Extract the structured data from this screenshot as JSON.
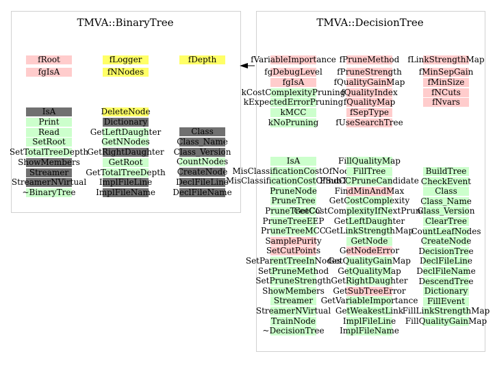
{
  "colors": {
    "data_member": "#ffcccc",
    "logger": "#ffff66",
    "public_method": "#ccffcc",
    "protected_method": "#ffcccc",
    "root_method": "#707070"
  },
  "binary_tree": {
    "title": "TMVA::BinaryTree",
    "members": [
      {
        "name": "fRoot",
        "kind": "pink"
      },
      {
        "name": "fLogger",
        "kind": "yellow"
      },
      {
        "name": "fDepth",
        "kind": "yellow"
      },
      {
        "name": "fgIsA",
        "kind": "pink"
      },
      {
        "name": "fNNodes",
        "kind": "yellow"
      }
    ],
    "methods_col1": [
      {
        "name": "IsA",
        "kind": "gray"
      },
      {
        "name": "Print",
        "kind": "green"
      },
      {
        "name": "Read",
        "kind": "green"
      },
      {
        "name": "SetRoot",
        "kind": "green"
      },
      {
        "name": "SetTotalTreeDepth",
        "kind": "green"
      },
      {
        "name": "ShowMembers",
        "kind": "gray"
      },
      {
        "name": "Streamer",
        "kind": "gray"
      },
      {
        "name": "StreamerNVirtual",
        "kind": "gray"
      },
      {
        "name": "~BinaryTree",
        "kind": "green"
      }
    ],
    "methods_col2": [
      {
        "name": "DeleteNode",
        "kind": "yellow"
      },
      {
        "name": "Dictionary",
        "kind": "gray"
      },
      {
        "name": "GetLeftDaughter",
        "kind": "green"
      },
      {
        "name": "GetNNodes",
        "kind": "green"
      },
      {
        "name": "GetRightDaughter",
        "kind": "gray"
      },
      {
        "name": "GetRoot",
        "kind": "green"
      },
      {
        "name": "GetTotalTreeDepth",
        "kind": "green"
      },
      {
        "name": "ImplFileLine",
        "kind": "gray"
      },
      {
        "name": "ImplFileName",
        "kind": "gray"
      }
    ],
    "methods_col3": [
      {
        "name": "Class",
        "kind": "gray"
      },
      {
        "name": "Class_Name",
        "kind": "gray"
      },
      {
        "name": "Class_Version",
        "kind": "gray"
      },
      {
        "name": "CountNodes",
        "kind": "green"
      },
      {
        "name": "CreateNode",
        "kind": "gray"
      },
      {
        "name": "DeclFileLine",
        "kind": "gray"
      },
      {
        "name": "DeclFileName",
        "kind": "gray"
      }
    ]
  },
  "decision_tree": {
    "title": "TMVA::DecisionTree",
    "members_col1": [
      {
        "name": "fVariableImportance",
        "kind": "pink"
      },
      {
        "name": "fgDebugLevel",
        "kind": "pink"
      },
      {
        "name": "fgIsA",
        "kind": "pink"
      },
      {
        "name": "kCostComplexityPruning",
        "kind": "green"
      },
      {
        "name": "kExpectedErrorPruning",
        "kind": "green"
      },
      {
        "name": "kMCC",
        "kind": "green"
      },
      {
        "name": "kNoPruning",
        "kind": "green"
      }
    ],
    "members_col2": [
      {
        "name": "fPruneMethod",
        "kind": "pink"
      },
      {
        "name": "fPruneStrength",
        "kind": "pink"
      },
      {
        "name": "fQualityGainMap",
        "kind": "pink"
      },
      {
        "name": "fQualityIndex",
        "kind": "pink"
      },
      {
        "name": "fQualityMap",
        "kind": "pink"
      },
      {
        "name": "fSepType",
        "kind": "pink"
      },
      {
        "name": "fUseSearchTree",
        "kind": "pink"
      }
    ],
    "members_col3": [
      {
        "name": "fLinkStrengthMap",
        "kind": "pink"
      },
      {
        "name": "fMinSepGain",
        "kind": "pink"
      },
      {
        "name": "fMinSize",
        "kind": "pink"
      },
      {
        "name": "fNCuts",
        "kind": "pink"
      },
      {
        "name": "fNvars",
        "kind": "pink"
      }
    ],
    "methods_col1": [
      {
        "name": "IsA",
        "kind": "green"
      },
      {
        "name": "MisClassificationCostOfNode",
        "kind": "green"
      },
      {
        "name": "MisClassificationCostOfSubTree",
        "kind": "green"
      },
      {
        "name": "PruneNode",
        "kind": "green"
      },
      {
        "name": "PruneTree",
        "kind": "green"
      },
      {
        "name": "PruneTreeCC",
        "kind": "green"
      },
      {
        "name": "PruneTreeEEP",
        "kind": "green"
      },
      {
        "name": "PruneTreeMCC",
        "kind": "green"
      },
      {
        "name": "SamplePurity",
        "kind": "pink"
      },
      {
        "name": "SetCutPoints",
        "kind": "pink"
      },
      {
        "name": "SetParentTreeInNodes",
        "kind": "green"
      },
      {
        "name": "SetPruneMethod",
        "kind": "green"
      },
      {
        "name": "SetPruneStrength",
        "kind": "green"
      },
      {
        "name": "ShowMembers",
        "kind": "green"
      },
      {
        "name": "Streamer",
        "kind": "green"
      },
      {
        "name": "StreamerNVirtual",
        "kind": "green"
      },
      {
        "name": "TrainNode",
        "kind": "green"
      },
      {
        "name": "~DecisionTree",
        "kind": "green"
      }
    ],
    "methods_col2": [
      {
        "name": "FillQualityMap",
        "kind": "green"
      },
      {
        "name": "FillTree",
        "kind": "green"
      },
      {
        "name": "FindCCPruneCandidate",
        "kind": "green"
      },
      {
        "name": "FindMinAndMax",
        "kind": "pink"
      },
      {
        "name": "GetCostComplexity",
        "kind": "green"
      },
      {
        "name": "GetCostComplexityIfNextPruneStep",
        "kind": "green"
      },
      {
        "name": "GetLeftDaughter",
        "kind": "green"
      },
      {
        "name": "GetLinkStrengthMap",
        "kind": "green"
      },
      {
        "name": "GetNode",
        "kind": "green"
      },
      {
        "name": "GetNodeError",
        "kind": "pink"
      },
      {
        "name": "GetQualityGainMap",
        "kind": "green"
      },
      {
        "name": "GetQualityMap",
        "kind": "green"
      },
      {
        "name": "GetRightDaughter",
        "kind": "green"
      },
      {
        "name": "GetSubTreeError",
        "kind": "pink"
      },
      {
        "name": "GetVariableImportance",
        "kind": "green"
      },
      {
        "name": "GetWeakestLink",
        "kind": "green"
      },
      {
        "name": "ImplFileLine",
        "kind": "green"
      },
      {
        "name": "ImplFileName",
        "kind": "green"
      }
    ],
    "methods_col3": [
      {
        "name": "BuildTree",
        "kind": "green"
      },
      {
        "name": "CheckEvent",
        "kind": "green"
      },
      {
        "name": "Class",
        "kind": "green"
      },
      {
        "name": "Class_Name",
        "kind": "green"
      },
      {
        "name": "Class_Version",
        "kind": "green"
      },
      {
        "name": "ClearTree",
        "kind": "green"
      },
      {
        "name": "CountLeafNodes",
        "kind": "green"
      },
      {
        "name": "CreateNode",
        "kind": "green"
      },
      {
        "name": "DecisionTree",
        "kind": "green"
      },
      {
        "name": "DeclFileLine",
        "kind": "green"
      },
      {
        "name": "DeclFileName",
        "kind": "green"
      },
      {
        "name": "DescendTree",
        "kind": "green"
      },
      {
        "name": "Dictionary",
        "kind": "green"
      },
      {
        "name": "FillEvent",
        "kind": "green"
      },
      {
        "name": "FillLinkStrengthMap",
        "kind": "green"
      },
      {
        "name": "FillQualityGainMap",
        "kind": "green"
      }
    ]
  }
}
